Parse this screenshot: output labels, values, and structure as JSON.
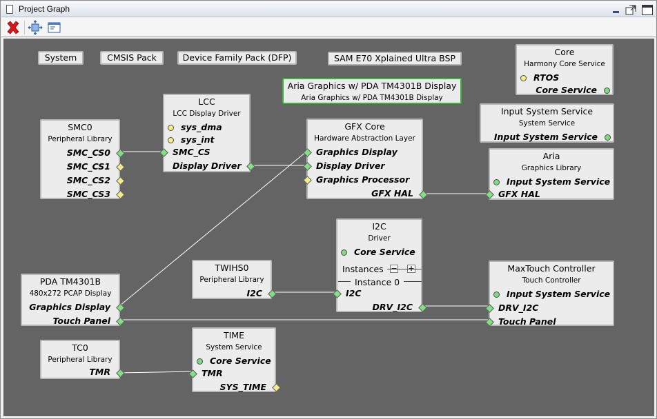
{
  "window": {
    "title": "Project Graph"
  },
  "toolbar": {
    "items": [
      {
        "icon": "delete-red-x-icon"
      },
      {
        "icon": "fit-to-window-icon"
      },
      {
        "icon": "view-panel-icon"
      }
    ]
  },
  "buttons": {
    "system": "System",
    "cmsis": "CMSIS Pack",
    "dfp": "Device Family Pack (DFP)",
    "bsp": "SAM E70 Xplained Ultra BSP"
  },
  "nodes": {
    "core": {
      "title": "Core",
      "subtitle": "Harmony Core Service",
      "ports": [
        "RTOS",
        "Core Service"
      ]
    },
    "aria_pda": {
      "title": "Aria Graphics w/ PDA TM4301B Display",
      "subtitle": "Aria Graphics w/ PDA TM4301B Display"
    },
    "input_sys": {
      "title": "Input System Service",
      "subtitle": "System Service",
      "ports": [
        "Input System Service"
      ]
    },
    "aria": {
      "title": "Aria",
      "subtitle": "Graphics Library",
      "ports": [
        "Input System Service",
        "GFX HAL"
      ]
    },
    "lcc": {
      "title": "LCC",
      "subtitle": "LCC Display Driver",
      "ports": [
        "sys_dma",
        "sys_int",
        "SMC_CS",
        "Display Driver"
      ]
    },
    "smc0": {
      "title": "SMC0",
      "subtitle": "Peripheral Library",
      "ports": [
        "SMC_CS0",
        "SMC_CS1",
        "SMC_CS2",
        "SMC_CS3"
      ]
    },
    "gfx": {
      "title": "GFX Core",
      "subtitle": "Hardware Abstraction Layer",
      "ports": [
        "Graphics Display",
        "Display Driver",
        "Graphics Processor",
        "GFX HAL"
      ]
    },
    "i2c": {
      "title": "I2C",
      "subtitle": "Driver",
      "ports": [
        "Core Service"
      ],
      "instances_label": "Instances",
      "instance0_label": "Instance 0",
      "instance_ports": [
        "I2C",
        "DRV_I2C"
      ]
    },
    "twihs0": {
      "title": "TWIHS0",
      "subtitle": "Peripheral Library",
      "ports": [
        "I2C"
      ]
    },
    "maxtouch": {
      "title": "MaxTouch Controller",
      "subtitle": "Touch Controller",
      "ports": [
        "Input System Service",
        "DRV_I2C",
        "Touch Panel"
      ]
    },
    "pda": {
      "title": "PDA TM4301B",
      "subtitle": "480x272 PCAP Display",
      "ports": [
        "Graphics Display",
        "Touch Panel"
      ]
    },
    "time": {
      "title": "TIME",
      "subtitle": "System Service",
      "ports": [
        "Core Service",
        "TMR",
        "SYS_TIME"
      ]
    },
    "tc0": {
      "title": "TC0",
      "subtitle": "Peripheral Library",
      "ports": [
        "TMR"
      ]
    }
  },
  "colors": {
    "canvas": "#646464",
    "node_bg": "#ececec",
    "port_green": "#7ddc7d",
    "port_yellow": "#f7ee8a",
    "selected_border": "#35b635"
  }
}
